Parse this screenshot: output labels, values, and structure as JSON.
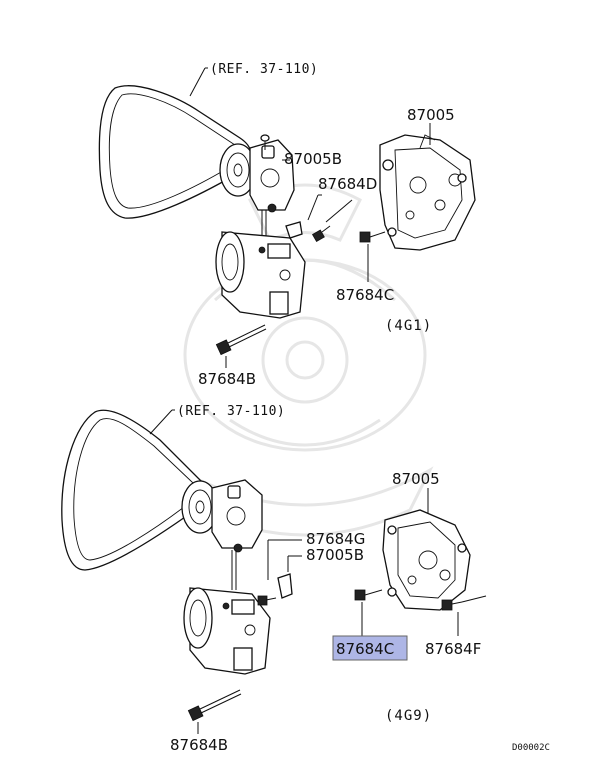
{
  "diagram": {
    "ref_top": "(REF. 37-110)",
    "ref_bottom": "(REF. 37-110)",
    "engine_top": "(4G1)",
    "engine_bottom": "(4G9)",
    "footer_code": "D00002C",
    "labels_top": {
      "p87005": "87005",
      "p87005b": "87005B",
      "p87684d": "87684D",
      "p87684c": "87684C",
      "p87684b": "87684B"
    },
    "labels_bottom": {
      "p87005": "87005",
      "p87684g": "87684G",
      "p87005b": "87005B",
      "p87684c": "87684C",
      "p87684f": "87684F",
      "p87684b": "87684B"
    },
    "highlight_color": "#aeb6e6"
  }
}
